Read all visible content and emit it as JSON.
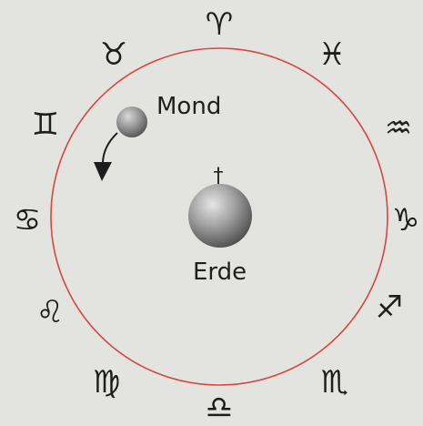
{
  "diagram": {
    "colors": {
      "background": "#e3e4df",
      "orbit": "#d9453f",
      "text": "#1e1e1e"
    },
    "earth": {
      "label": "Erde",
      "symbol": "†"
    },
    "moon": {
      "label": "Mond"
    },
    "zodiac": [
      {
        "name": "aries",
        "glyph": "♈"
      },
      {
        "name": "pisces",
        "glyph": "♓"
      },
      {
        "name": "aquarius",
        "glyph": "♒"
      },
      {
        "name": "capricorn",
        "glyph": "♑"
      },
      {
        "name": "sagittarius",
        "glyph": "♐"
      },
      {
        "name": "scorpio",
        "glyph": "♏"
      },
      {
        "name": "libra",
        "glyph": "♎"
      },
      {
        "name": "virgo",
        "glyph": "♍"
      },
      {
        "name": "leo",
        "glyph": "♌"
      },
      {
        "name": "cancer",
        "glyph": "♋"
      },
      {
        "name": "gemini",
        "glyph": "♊"
      },
      {
        "name": "taurus",
        "glyph": "♉"
      }
    ]
  }
}
